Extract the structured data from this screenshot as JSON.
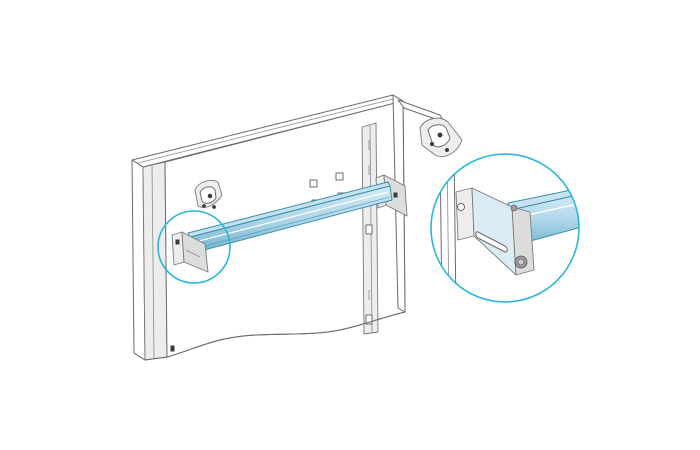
{
  "colors": {
    "rail_light": "#d4eaf4",
    "rail_mid": "#a9d3e6",
    "rail_dark": "#6fb2cf",
    "callout": "#29b6d8",
    "line": "#6b6b6b",
    "background": "#ffffff"
  },
  "parts": {
    "cabinet": "enclosure-frame",
    "rail": "mounting-rail",
    "callout_small": "left-detail-circle",
    "callout_large": "bracket-detail-magnified"
  }
}
